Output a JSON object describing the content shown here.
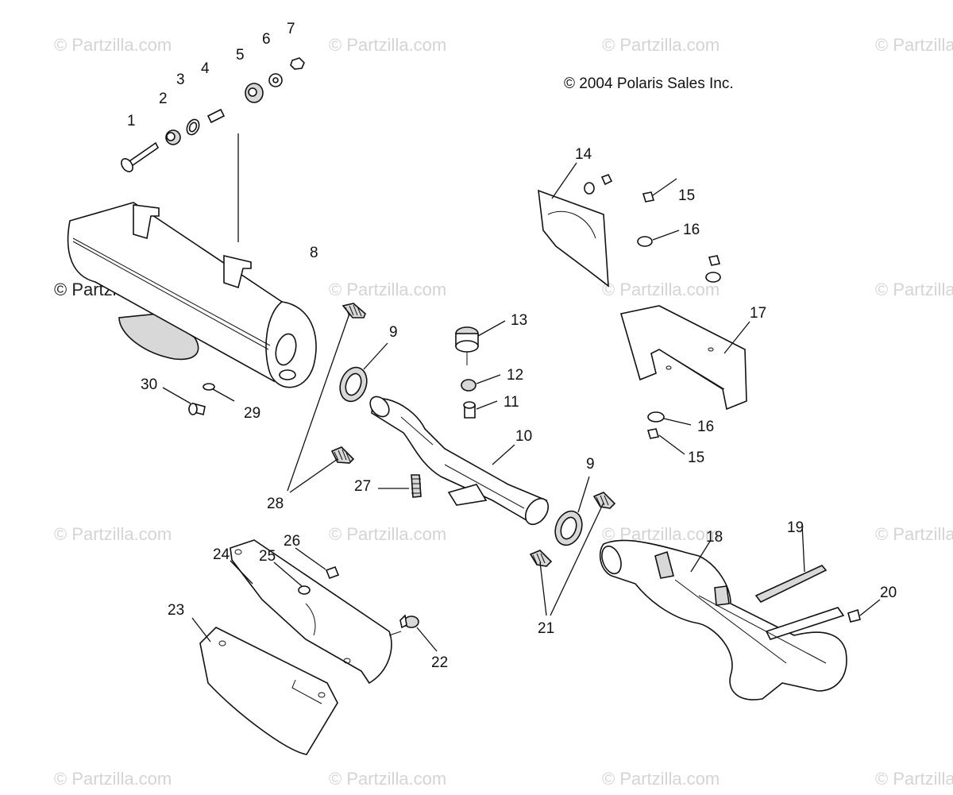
{
  "copyright": "© 2004 Polaris Sales Inc.",
  "watermark": "© Partzilla.com",
  "callouts": {
    "c1": "1",
    "c2": "2",
    "c3": "3",
    "c4": "4",
    "c5": "5",
    "c6": "6",
    "c7": "7",
    "c8": "8",
    "c9a": "9",
    "c9b": "9",
    "c10": "10",
    "c11": "11",
    "c12": "12",
    "c13": "13",
    "c14": "14",
    "c15a": "15",
    "c15b": "15",
    "c16a": "16",
    "c16b": "16",
    "c17": "17",
    "c18": "18",
    "c19": "19",
    "c20": "20",
    "c21": "21",
    "c22": "22",
    "c23": "23",
    "c24": "24",
    "c25": "25",
    "c26": "26",
    "c27": "27",
    "c28": "28",
    "c29": "29",
    "c30": "30"
  }
}
